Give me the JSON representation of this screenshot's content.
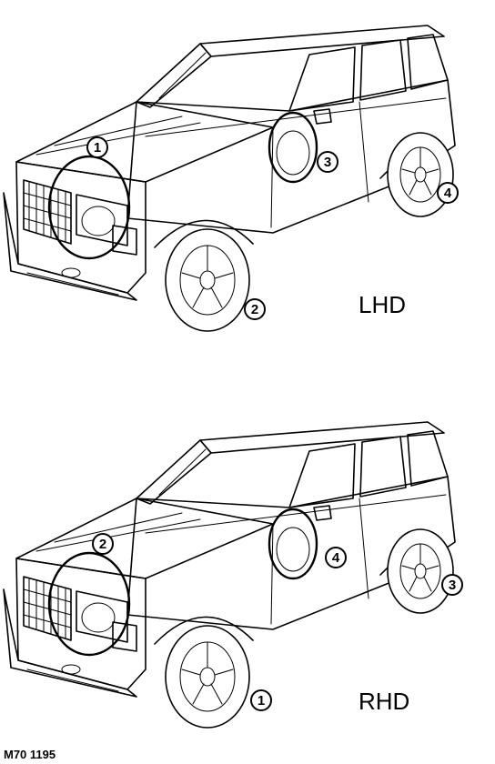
{
  "diagrams": [
    {
      "drive_label": "LHD",
      "callouts": [
        "1",
        "2",
        "3",
        "4"
      ]
    },
    {
      "drive_label": "RHD",
      "callouts": [
        "1",
        "2",
        "3",
        "4"
      ]
    }
  ],
  "reference_code": "M70 1195",
  "colors": {
    "ink": "#000000",
    "paper": "#ffffff"
  }
}
